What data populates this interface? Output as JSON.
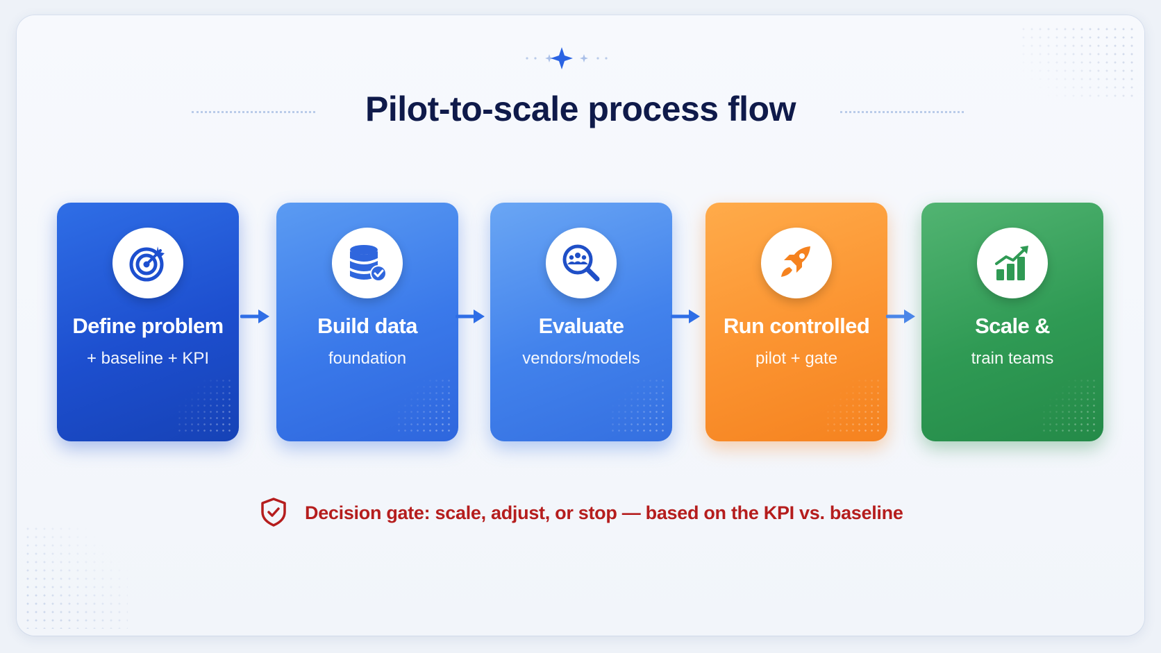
{
  "title": "Pilot-to-scale process flow",
  "steps": [
    {
      "label": "Define problem",
      "sub": "+ baseline + KPI",
      "icon": "target-icon",
      "color": "#1d4fcf"
    },
    {
      "label": "Build data",
      "sub": "foundation",
      "icon": "database-check-icon",
      "color": "#3a79ea"
    },
    {
      "label": "Evaluate",
      "sub": "vendors/models",
      "icon": "search-people-icon",
      "color": "#4282ec"
    },
    {
      "label": "Run controlled",
      "sub": "pilot + gate",
      "icon": "rocket-icon",
      "color": "#fb9330"
    },
    {
      "label": "Scale &",
      "sub": "train teams",
      "icon": "growth-chart-icon",
      "color": "#2f9a54"
    }
  ],
  "decision_gate": {
    "text": "Decision gate: scale, adjust, or stop — based on the KPI vs. baseline",
    "icon": "shield-check-icon",
    "color": "#b51d1d"
  },
  "colors": {
    "title": "#0f1a4a",
    "arrow": "#2f6ee6",
    "background": "#f4f7fc"
  }
}
